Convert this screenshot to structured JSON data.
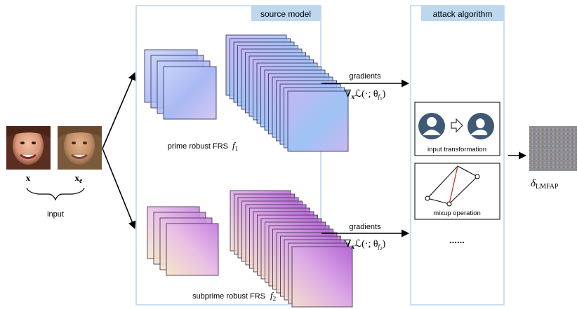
{
  "input": {
    "x_symbol": "x",
    "xe_symbol": "x",
    "xe_sub": "e",
    "label": "input"
  },
  "source_model": {
    "title": "source model",
    "prime_caption": "prime robust FRS",
    "prime_symbol": "f",
    "prime_sub": "1",
    "subprime_caption": "subprime robust FRS",
    "subprime_symbol": "f",
    "subprime_sub": "2"
  },
  "gradients": {
    "top_label": "gradients",
    "top_formula_lead": "∇",
    "top_formula_sub": "x",
    "top_formula_body": "ℒ(·; θ",
    "top_formula_f": "f",
    "top_formula_fsub": "1",
    "top_formula_close": ")",
    "bottom_label": "gradients",
    "bottom_formula_lead": "∇",
    "bottom_formula_sub": "x",
    "bottom_formula_body": "ℒ(·; θ",
    "bottom_formula_f": "f",
    "bottom_formula_fsub": "2",
    "bottom_formula_close": ")"
  },
  "attack_algorithm": {
    "title": "attack algorithm",
    "input_transformation_label": "input transformation",
    "mixup_label": "mixup operation",
    "ellipsis": "......"
  },
  "output": {
    "symbol": "δ",
    "sub": "LMFAP"
  },
  "colors": {
    "panel_border": "#b9d3ea",
    "title_fill": "#bcd7ee",
    "mixup_red": "#c0392b",
    "avatar": "#3f5873"
  }
}
